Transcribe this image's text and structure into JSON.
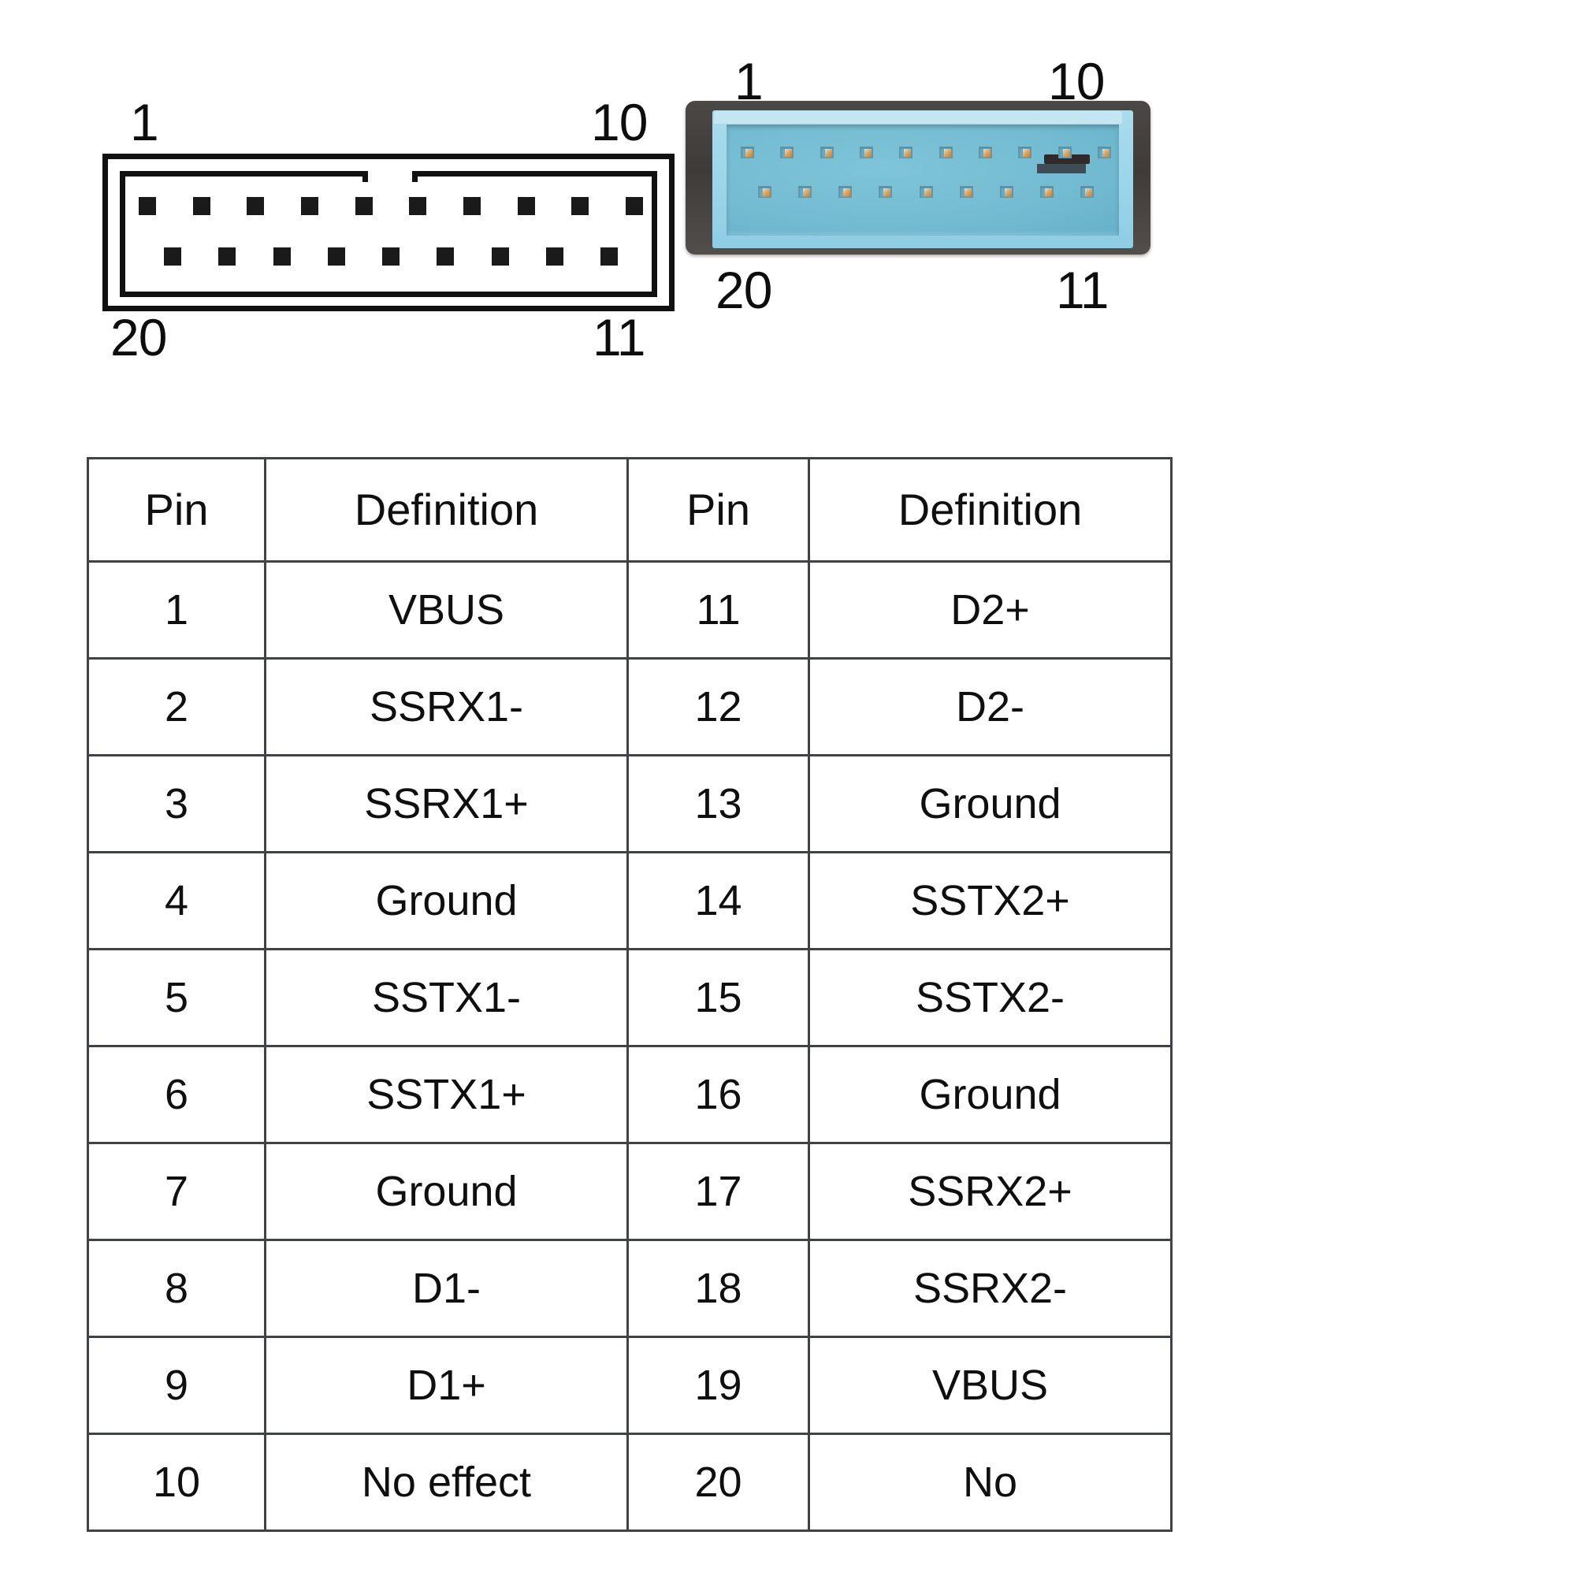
{
  "diagram": {
    "schematic": {
      "name": "usb3-20pin-header-schematic",
      "labels": {
        "top_left": "1",
        "top_right": "10",
        "bottom_left": "20",
        "bottom_right": "11"
      },
      "pin_count_per_row": 10,
      "rows": 2
    },
    "photo": {
      "name": "usb3-20pin-header-photo",
      "labels": {
        "top_left": "1",
        "top_right": "10",
        "bottom_left": "20",
        "bottom_right": "11"
      },
      "colors": {
        "shroud": "#4b4846",
        "housing": "#9bd5e9",
        "cavity": "#74bcd2",
        "pin_metal": "#d8a86a"
      },
      "pin_count_per_row": 10,
      "rows": 2
    }
  },
  "table": {
    "headers": [
      "Pin",
      "Definition",
      "Pin",
      "Definition"
    ],
    "rows": [
      {
        "pin_left": "1",
        "def_left": "VBUS",
        "pin_right": "11",
        "def_right": "D2+"
      },
      {
        "pin_left": "2",
        "def_left": "SSRX1-",
        "pin_right": "12",
        "def_right": "D2-"
      },
      {
        "pin_left": "3",
        "def_left": "SSRX1+",
        "pin_right": "13",
        "def_right": "Ground"
      },
      {
        "pin_left": "4",
        "def_left": "Ground",
        "pin_right": "14",
        "def_right": "SSTX2+"
      },
      {
        "pin_left": "5",
        "def_left": "SSTX1-",
        "pin_right": "15",
        "def_right": "SSTX2-"
      },
      {
        "pin_left": "6",
        "def_left": "SSTX1+",
        "pin_right": "16",
        "def_right": "Ground"
      },
      {
        "pin_left": "7",
        "def_left": "Ground",
        "pin_right": "17",
        "def_right": "SSRX2+"
      },
      {
        "pin_left": "8",
        "def_left": "D1-",
        "pin_right": "18",
        "def_right": "SSRX2-"
      },
      {
        "pin_left": "9",
        "def_left": "D1+",
        "pin_right": "19",
        "def_right": "VBUS"
      },
      {
        "pin_left": "10",
        "def_left": "No effect",
        "pin_right": "20",
        "def_right": "No"
      }
    ]
  }
}
